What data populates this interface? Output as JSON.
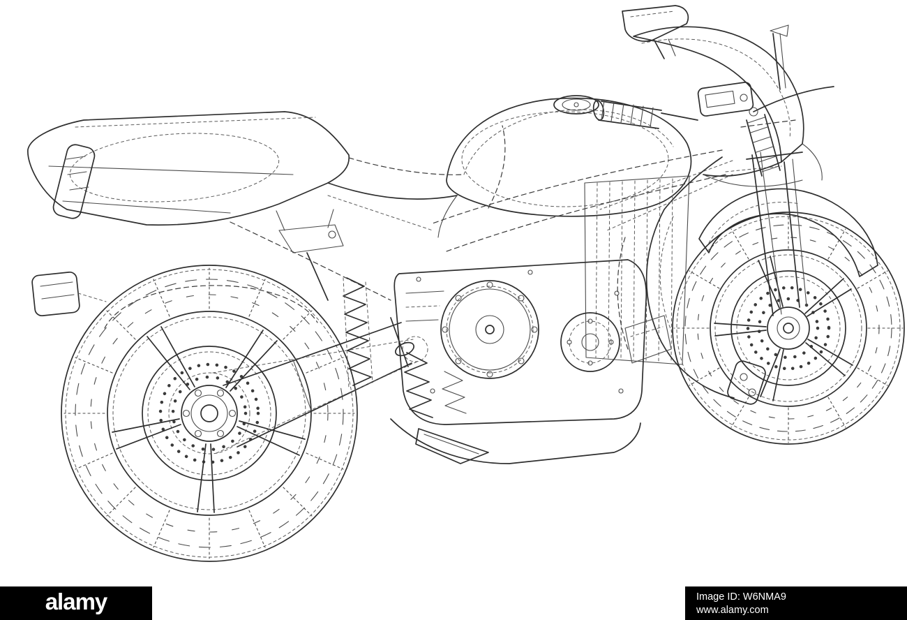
{
  "footer": {
    "brand": "alamy",
    "image_id": "Image ID: W6NMA9",
    "website": "www.alamy.com"
  },
  "colors": {
    "background": "#ffffff",
    "line": "#2e2e2e",
    "footer_bg": "#000000",
    "footer_text": "#ffffff"
  }
}
